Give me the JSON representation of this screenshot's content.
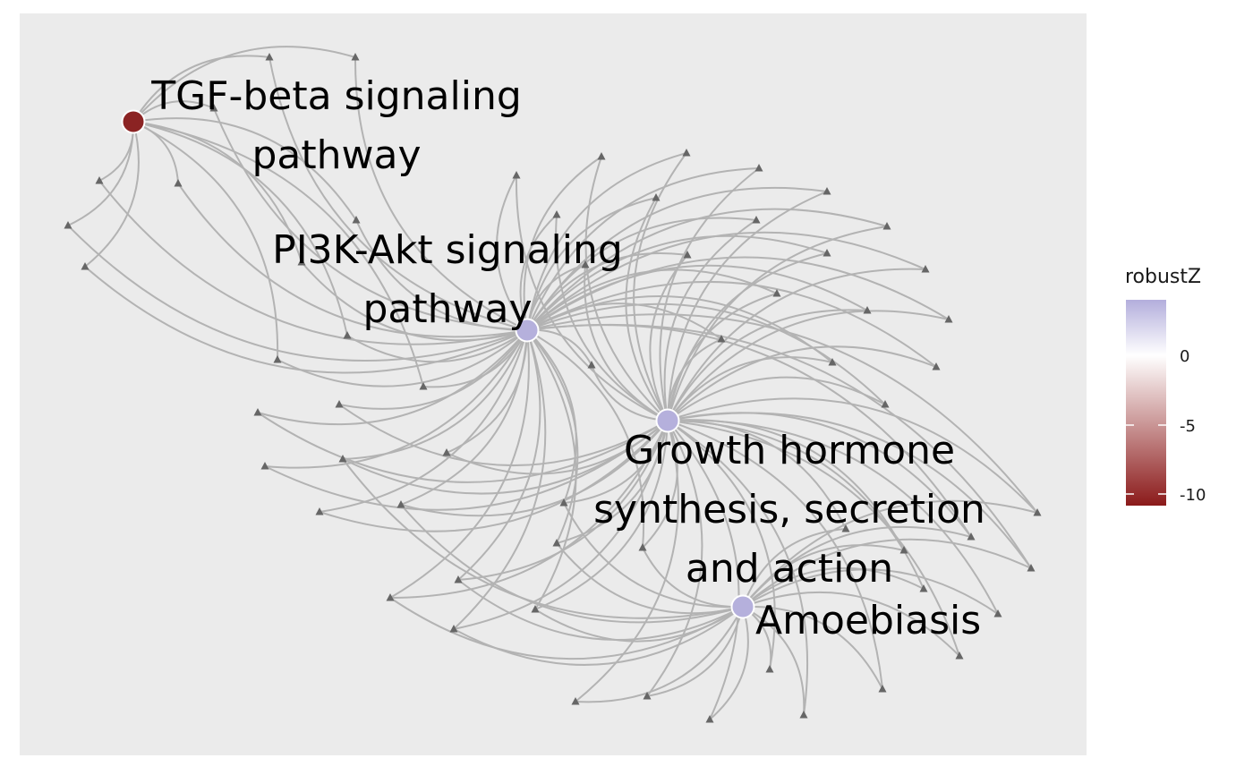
{
  "network": {
    "nodes": [
      {
        "id": "tgf",
        "label": [
          "TGF-beta signaling",
          "pathway"
        ],
        "robustZ": -11,
        "color": "#8b2323"
      },
      {
        "id": "pi3k",
        "label": [
          "PI3K-Akt signaling",
          "pathway"
        ],
        "robustZ": 3.5,
        "color": "#b5b0dc"
      },
      {
        "id": "gh",
        "label": [
          "Growth hormone",
          "synthesis, secretion",
          "and action"
        ],
        "robustZ": 3.5,
        "color": "#b5b0dc"
      },
      {
        "id": "amoeb",
        "label": [
          "Amoebiasis"
        ],
        "robustZ": 3.5,
        "color": "#b5b0dc"
      }
    ]
  },
  "legend": {
    "title": "robustZ",
    "ticks": [
      "0",
      "-5",
      "-10"
    ],
    "colors": {
      "high": "#b3aedc",
      "mid": "#ffffff",
      "low": "#8b1a1a"
    }
  }
}
